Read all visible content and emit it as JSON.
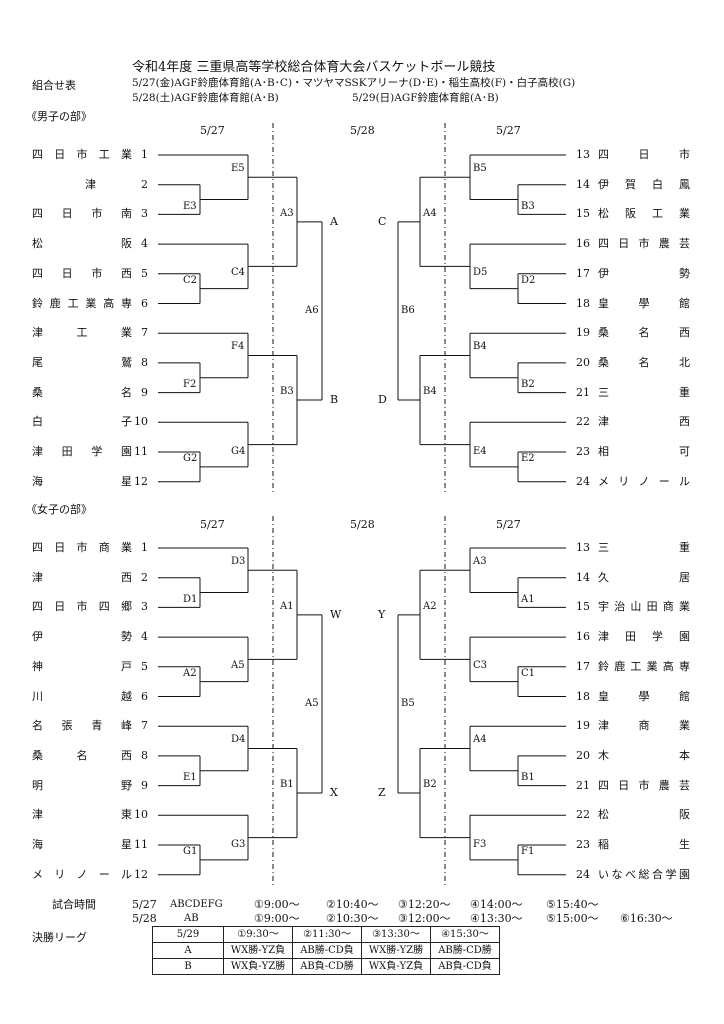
{
  "title": "令和4年度 三重県高等学校総合体育大会バスケットボール競技",
  "kumiawase": "組合せ表",
  "venue1": "5/27(金)AGF鈴鹿体育館(A･B･C)・マツヤマSSKアリーナ(D･E)・稲生高校(F)・白子高校(G)",
  "venue2": "5/28(土)AGF鈴鹿体育館(A･B)",
  "venue3": "5/29(日)AGF鈴鹿体育館(A･B)",
  "men": {
    "heading": "《男子の部》",
    "dates": [
      "5/27",
      "5/28",
      "5/27"
    ],
    "left": [
      {
        "n": "1",
        "name": "四日市工業"
      },
      {
        "n": "2",
        "name": "津"
      },
      {
        "n": "3",
        "name": "四日市南"
      },
      {
        "n": "4",
        "name": "松阪"
      },
      {
        "n": "5",
        "name": "四日市西"
      },
      {
        "n": "6",
        "name": "鈴鹿工業高専"
      },
      {
        "n": "7",
        "name": "津工業"
      },
      {
        "n": "8",
        "name": "尾鷲"
      },
      {
        "n": "9",
        "name": "桑名"
      },
      {
        "n": "10",
        "name": "白子"
      },
      {
        "n": "11",
        "name": "津田学園"
      },
      {
        "n": "12",
        "name": "海星"
      }
    ],
    "right": [
      {
        "n": "13",
        "name": "四日市"
      },
      {
        "n": "14",
        "name": "伊賀白鳳"
      },
      {
        "n": "15",
        "name": "松阪工業"
      },
      {
        "n": "16",
        "name": "四日市農芸"
      },
      {
        "n": "17",
        "name": "伊勢"
      },
      {
        "n": "18",
        "name": "皇學館"
      },
      {
        "n": "19",
        "name": "桑名西"
      },
      {
        "n": "20",
        "name": "桑名北"
      },
      {
        "n": "21",
        "name": "三重"
      },
      {
        "n": "22",
        "name": "津西"
      },
      {
        "n": "23",
        "name": "相可"
      },
      {
        "n": "24",
        "name": "メリノール"
      }
    ],
    "games": {
      "l1": "E3",
      "l2": "E5",
      "l3": "C2",
      "l4": "C4",
      "l5": "F2",
      "l6": "F4",
      "l7": "G2",
      "l8": "G4",
      "l9": "A3",
      "l10": "B3",
      "l11": "A6",
      "r1": "B3",
      "r2": "B5",
      "r3": "D2",
      "r4": "D5",
      "r5": "B2",
      "r6": "B4",
      "r7": "E2",
      "r8": "E4",
      "r9": "A4",
      "r10": "B4",
      "r11": "B6"
    },
    "blocks": [
      "A",
      "B",
      "C",
      "D"
    ]
  },
  "women": {
    "heading": "《女子の部》",
    "dates": [
      "5/27",
      "5/28",
      "5/27"
    ],
    "left": [
      {
        "n": "1",
        "name": "四日市商業"
      },
      {
        "n": "2",
        "name": "津西"
      },
      {
        "n": "3",
        "name": "四日市四郷"
      },
      {
        "n": "4",
        "name": "伊勢"
      },
      {
        "n": "5",
        "name": "神戸"
      },
      {
        "n": "6",
        "name": "川越"
      },
      {
        "n": "7",
        "name": "名張青峰"
      },
      {
        "n": "8",
        "name": "桑名西"
      },
      {
        "n": "9",
        "name": "明野"
      },
      {
        "n": "10",
        "name": "津東"
      },
      {
        "n": "11",
        "name": "海星"
      },
      {
        "n": "12",
        "name": "メリノール"
      }
    ],
    "right": [
      {
        "n": "13",
        "name": "三重"
      },
      {
        "n": "14",
        "name": "久居"
      },
      {
        "n": "15",
        "name": "宇治山田商業"
      },
      {
        "n": "16",
        "name": "津田学園"
      },
      {
        "n": "17",
        "name": "鈴鹿工業高専"
      },
      {
        "n": "18",
        "name": "皇學館"
      },
      {
        "n": "19",
        "name": "津商業"
      },
      {
        "n": "20",
        "name": "木本"
      },
      {
        "n": "21",
        "name": "四日市農芸"
      },
      {
        "n": "22",
        "name": "松阪"
      },
      {
        "n": "23",
        "name": "稲生"
      },
      {
        "n": "24",
        "name": "いなべ総合学園"
      }
    ],
    "games": {
      "l1": "D1",
      "l2": "D3",
      "l3": "A2",
      "l4": "A5",
      "l5": "E1",
      "l6": "D4",
      "l7": "G1",
      "l8": "G3",
      "l9": "A1",
      "l10": "B1",
      "l11": "A5",
      "r1": "A1",
      "r2": "A3",
      "r3": "C1",
      "r4": "C3",
      "r5": "B1",
      "r6": "A4",
      "r7": "F1",
      "r8": "F3",
      "r9": "A2",
      "r10": "B2",
      "r11": "B5"
    },
    "blocks": [
      "W",
      "X",
      "Y",
      "Z"
    ]
  },
  "schedule": {
    "label": "試合時間",
    "row1_date": "5/27",
    "row1_courts": "ABCDEFG",
    "row1_times": [
      "①9:00～",
      "②10:40～",
      "③12:20～",
      "④14:00～",
      "⑤15:40～"
    ],
    "row2_date": "5/28",
    "row2_courts": "AB",
    "row2_times": [
      "①9:00～",
      "②10:30～",
      "③12:00～",
      "④13:30～",
      "⑤15:00～",
      "⑥16:30～"
    ]
  },
  "league": {
    "label": "決勝リーグ",
    "header": [
      "5/29",
      "①9:30～",
      "②11:30～",
      "③13:30～",
      "④15:30～"
    ],
    "rows": [
      [
        "A",
        "WX勝-YZ負",
        "AB勝-CD負",
        "WX勝-YZ勝",
        "AB勝-CD勝"
      ],
      [
        "B",
        "WX負-YZ勝",
        "AB負-CD勝",
        "WX負-YZ負",
        "AB負-CD負"
      ]
    ]
  }
}
